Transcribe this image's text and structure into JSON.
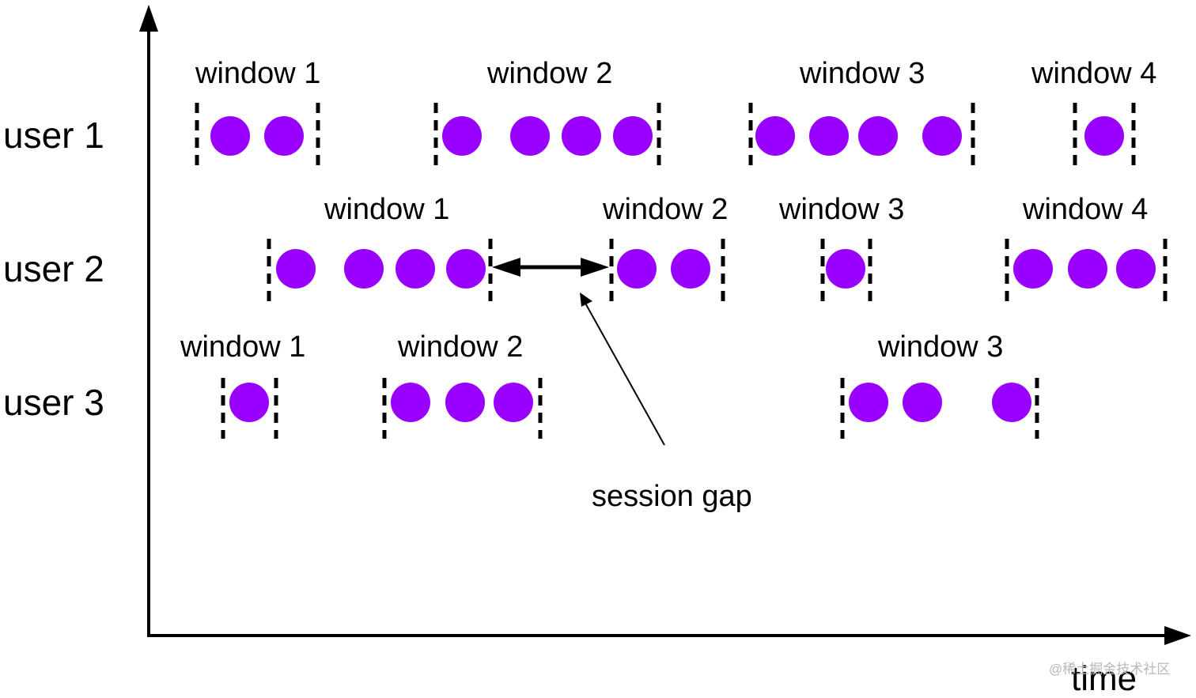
{
  "colors": {
    "event": "#9900ff",
    "ink": "#000000",
    "watermark": "#b8b8b8"
  },
  "users": [
    {
      "label": "user 1",
      "windows": [
        {
          "label": "window 1",
          "events": 2
        },
        {
          "label": "window 2",
          "events": 4
        },
        {
          "label": "window 3",
          "events": 4
        },
        {
          "label": "window 4",
          "events": 1
        }
      ]
    },
    {
      "label": "user 2",
      "windows": [
        {
          "label": "window 1",
          "events": 4
        },
        {
          "label": "window 2",
          "events": 2
        },
        {
          "label": "window 3",
          "events": 1
        },
        {
          "label": "window 4",
          "events": 3
        }
      ]
    },
    {
      "label": "user 3",
      "windows": [
        {
          "label": "window 1",
          "events": 1
        },
        {
          "label": "window 2",
          "events": 3
        },
        {
          "label": "window 3",
          "events": 3
        }
      ]
    }
  ],
  "annotation": {
    "label": "session gap"
  },
  "axis": {
    "x_label": "time"
  },
  "watermark": "@稀土掘金技术社区"
}
